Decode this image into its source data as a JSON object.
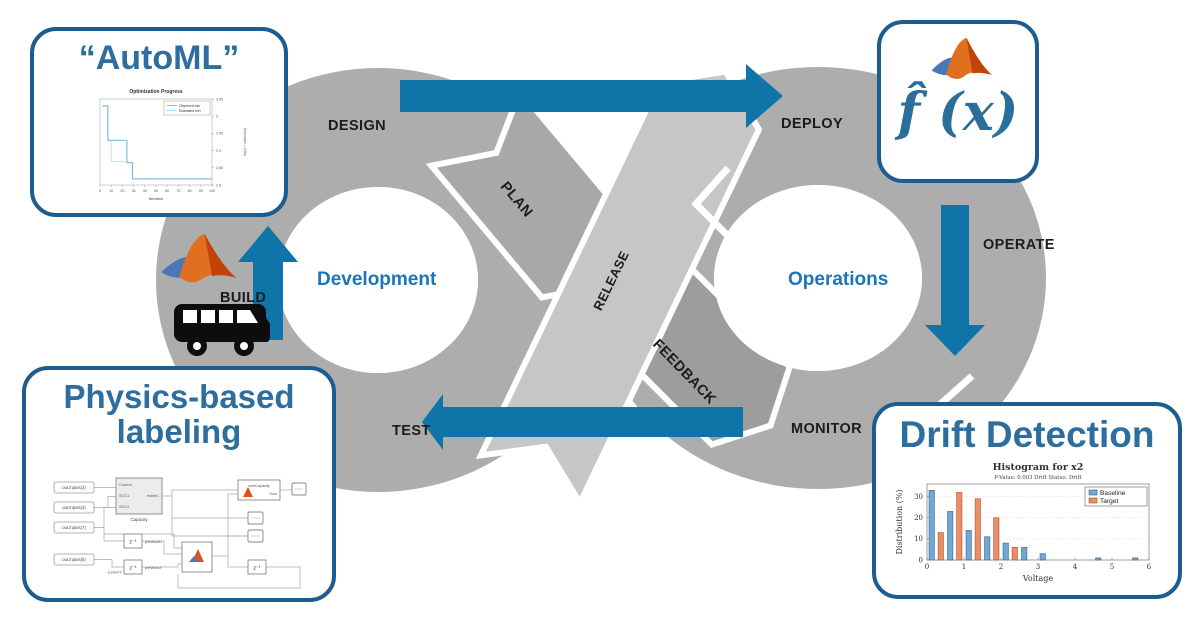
{
  "colors": {
    "ring": "#adadad",
    "plan_band": "#a8a8a8",
    "release_band": "#c6c6c6",
    "feedback_band": "#9d9d9d",
    "arrow": "#0f74a8",
    "box_border": "#1d5c8f",
    "title_blue": "#2d6e9e",
    "accent_blue": "#1b75bc",
    "baseline_bar": "#71a7d4",
    "target_bar": "#e98e66"
  },
  "loop": {
    "stages": {
      "design": "DESIGN",
      "plan": "PLAN",
      "release": "RELEASE",
      "feedback": "FEEDBACK",
      "deploy": "DEPLOY",
      "operate": "OPERATE",
      "monitor": "MONITOR",
      "test": "TEST",
      "build": "BUILD"
    },
    "development": "Development",
    "operations": "Operations"
  },
  "automl_box": {
    "title": "“AutoML”"
  },
  "fx_box": {
    "formula": "f̂ (x)"
  },
  "physics_box": {
    "title_line1": "Physics-based",
    "title_line2": "labeling",
    "diagram": {
      "inputs": [
        "out.Inputs(3)",
        "out.Inputs(4)",
        "out.Inputs(7)",
        "out.Inputs(5)"
      ],
      "capacity_label": "Capacity",
      "port_current": "Current",
      "port_soc1": "SOC1",
      "port_soc2": "SOC2",
      "capacity_out": "estimC",
      "delay_label": "z⁻¹",
      "previous_u": "previousU",
      "previous_y": "previousY",
      "current_y": "currentY",
      "next_capacity": "nextCapacity",
      "sum_label": "Sum"
    }
  },
  "drift_box": {
    "title": "Drift Detection"
  },
  "chart_data": [
    {
      "type": "line",
      "title": "Optimization Progress",
      "xlabel": "Iteration",
      "ylabel": "log(1 + valid loss)",
      "xlim": [
        0,
        100
      ],
      "ylim": [
        2.8,
        3.05
      ],
      "x_ticks": [
        0,
        10,
        20,
        30,
        40,
        50,
        60,
        70,
        80,
        90,
        100
      ],
      "y_ticks": [
        2.8,
        2.85,
        2.9,
        2.95,
        3,
        3.05
      ],
      "legend": [
        "Observed min",
        "Estimated min"
      ],
      "legend_position": "top-right",
      "grid": false,
      "series": [
        {
          "name": "Observed min",
          "steps": [
            [
              3,
              3.03
            ],
            [
              7,
              3.03
            ],
            [
              7,
              2.93
            ],
            [
              24,
              2.93
            ],
            [
              24,
              2.865
            ],
            [
              29,
              2.865
            ],
            [
              29,
              2.818
            ],
            [
              100,
              2.818
            ]
          ]
        },
        {
          "name": "Estimated min",
          "steps": [
            [
              3,
              3.03
            ],
            [
              7,
              3.03
            ],
            [
              7,
              2.93
            ],
            [
              10,
              2.93
            ],
            [
              10,
              2.868
            ],
            [
              24,
              2.868
            ],
            [
              24,
              2.865
            ],
            [
              29,
              2.865
            ],
            [
              29,
              2.817
            ],
            [
              100,
              2.817
            ]
          ]
        }
      ]
    },
    {
      "type": "bar",
      "title": "Histogram for x2",
      "subtitle": "P-Value: 0.003 Drift Status: Drift",
      "xlabel": "Voltage",
      "ylabel": "Distribution (%)",
      "xlim": [
        0,
        6
      ],
      "ylim": [
        0,
        36
      ],
      "x_ticks": [
        0,
        1,
        2,
        3,
        4,
        5,
        6
      ],
      "y_ticks": [
        0,
        10,
        20,
        30
      ],
      "legend": [
        "Baseline",
        "Target"
      ],
      "legend_position": "top-right",
      "grid": true,
      "bin_centers": [
        0.25,
        0.75,
        1.25,
        1.75,
        2.25,
        2.75,
        3.25,
        3.75,
        4.25,
        4.75,
        5.25,
        5.75
      ],
      "series": [
        {
          "name": "Baseline",
          "values": [
            33,
            23,
            14,
            11,
            8,
            6,
            3,
            0,
            0,
            1,
            0,
            1
          ]
        },
        {
          "name": "Target",
          "values": [
            13,
            32,
            29,
            20,
            6,
            0,
            0,
            0,
            0,
            0,
            0,
            0
          ]
        }
      ]
    }
  ]
}
